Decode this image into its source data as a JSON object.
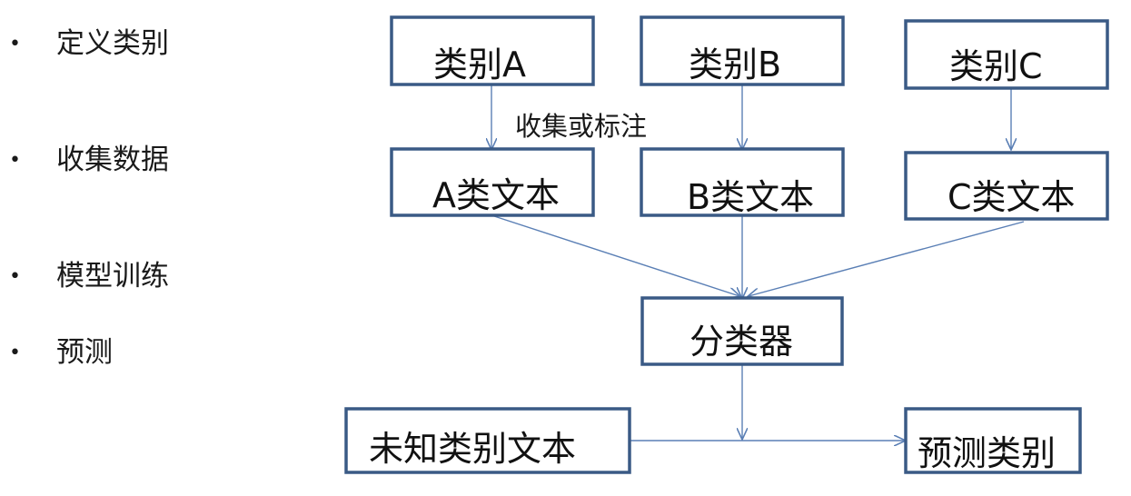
{
  "bullets": [
    {
      "text": "定义类别"
    },
    {
      "text": "收集数据"
    },
    {
      "text": "模型训练"
    },
    {
      "text": "预测"
    }
  ],
  "bullet_marker": "•",
  "nodes": {
    "cat_a": "类别A",
    "cat_b": "类别B",
    "cat_c": "类别C",
    "text_a": "A类文本",
    "text_b": "B类文本",
    "text_c": "C类文本",
    "classifier": "分类器",
    "unknown": "未知类别文本",
    "predicted": "预测类别"
  },
  "edge_label": "收集或标注",
  "colors": {
    "box_border": "#3a5a85",
    "arrow": "#5a7fb5"
  }
}
